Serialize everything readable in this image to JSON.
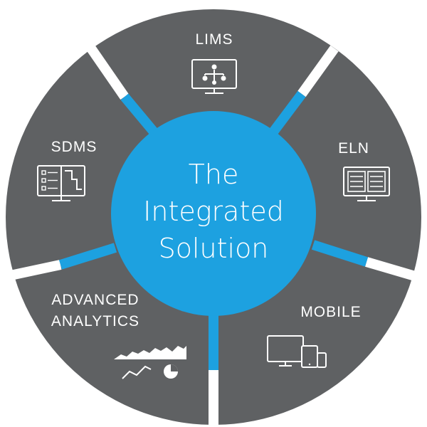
{
  "center": {
    "lines": [
      "The",
      "Integrated",
      "Solution"
    ]
  },
  "segments": [
    {
      "id": "lims",
      "label_lines": [
        "LIMS"
      ],
      "icon": "network-monitor-icon"
    },
    {
      "id": "eln",
      "label_lines": [
        "ELN"
      ],
      "icon": "notebook-monitor-icon"
    },
    {
      "id": "mobile",
      "label_lines": [
        "MOBILE"
      ],
      "icon": "devices-icon"
    },
    {
      "id": "advanced-analytics",
      "label_lines": [
        "ADVANCED",
        "ANALYTICS"
      ],
      "icon": "analytics-charts-icon"
    },
    {
      "id": "sdms",
      "label_lines": [
        "SDMS"
      ],
      "icon": "checklist-monitor-icon"
    }
  ],
  "colors": {
    "segment": "#5f6163",
    "accent": "#1da1e0",
    "divider": "#ffffff",
    "text": "#ffffff"
  }
}
